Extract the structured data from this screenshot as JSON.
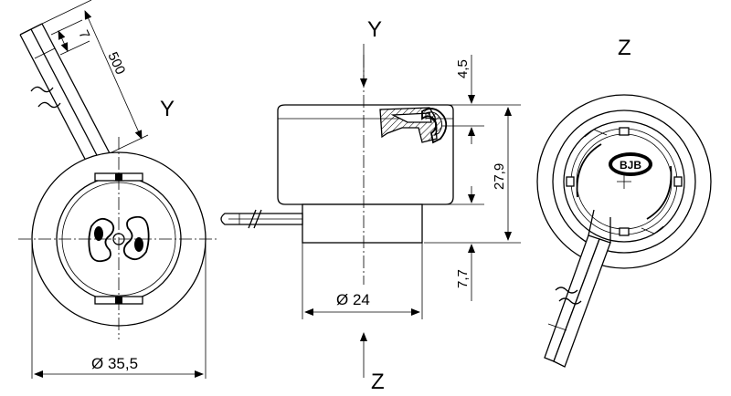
{
  "view_labels": {
    "left_y": "Y",
    "top_y": "Y",
    "right_z": "Z",
    "bottom_z": "Z"
  },
  "dimensions": {
    "cable_length": "500",
    "cable_strip": "7",
    "diameter_outer": "Ø 35,5",
    "diameter_base": "Ø 24",
    "height_total": "27,9",
    "height_top": "4,5",
    "height_base": "7,7"
  },
  "logo_text": "BJB"
}
